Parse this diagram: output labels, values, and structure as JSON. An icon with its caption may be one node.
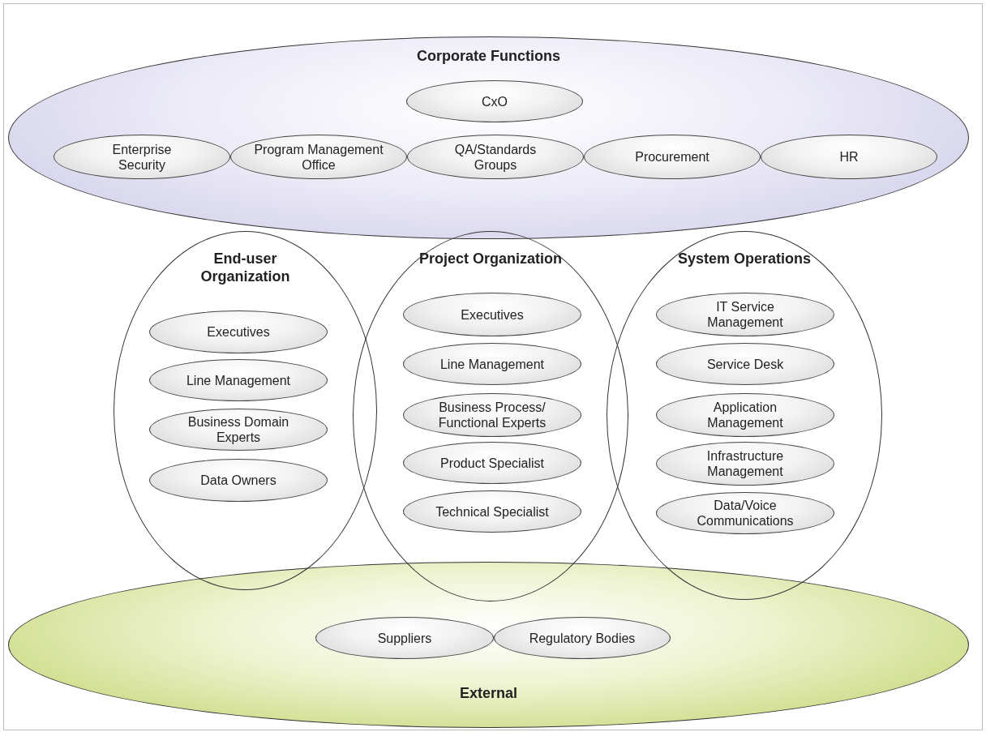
{
  "diagram": {
    "nodes": [
      {
        "text": [
          "Corporate Functions"
        ]
      },
      {
        "text": [
          "CxO"
        ],
        "in": 0
      },
      {
        "text": [
          "Enterprise Security"
        ],
        "in": 0
      },
      {
        "text": [
          "Program Management Office"
        ],
        "in": 0
      },
      {
        "text": [
          "QA/Standards Groups"
        ],
        "in": 0
      },
      {
        "text": [
          "Procurement"
        ],
        "in": 0
      },
      {
        "text": [
          "HR"
        ],
        "in": 0
      },
      {
        "text": [
          "End-user Organization"
        ]
      },
      {
        "text": [
          "Executives"
        ],
        "in": 7
      },
      {
        "text": [
          "Line Management"
        ],
        "in": 7
      },
      {
        "text": [
          "Business Domain Experts"
        ],
        "in": 7
      },
      {
        "text": [
          "Data Owners"
        ],
        "in": 7
      },
      {
        "text": [
          "Project Organization"
        ]
      },
      {
        "text": [
          "Executives"
        ],
        "in": 12
      },
      {
        "text": [
          "Line Management"
        ],
        "in": 12
      },
      {
        "text": [
          "Business Process/ Functional Experts"
        ],
        "in": 12
      },
      {
        "text": [
          "Product Specialist"
        ],
        "in": 12
      },
      {
        "text": [
          "Technical Specialist"
        ],
        "in": 12
      },
      {
        "text": [
          "System Operations"
        ]
      },
      {
        "text": [
          "IT Service Management"
        ],
        "in": 18
      },
      {
        "text": [
          "Service Desk"
        ],
        "in": 18
      },
      {
        "text": [
          "Application Management"
        ],
        "in": 18
      },
      {
        "text": [
          "Infrastructure Management"
        ],
        "in": 18
      },
      {
        "text": [
          "Data/Voice Communications"
        ],
        "in": 18
      },
      {
        "text": [
          "External"
        ]
      },
      {
        "text": [
          "Suppliers"
        ],
        "in": 24
      },
      {
        "text": [
          "Regulatory Bodies"
        ],
        "in": 24
      }
    ],
    "edges": []
  }
}
